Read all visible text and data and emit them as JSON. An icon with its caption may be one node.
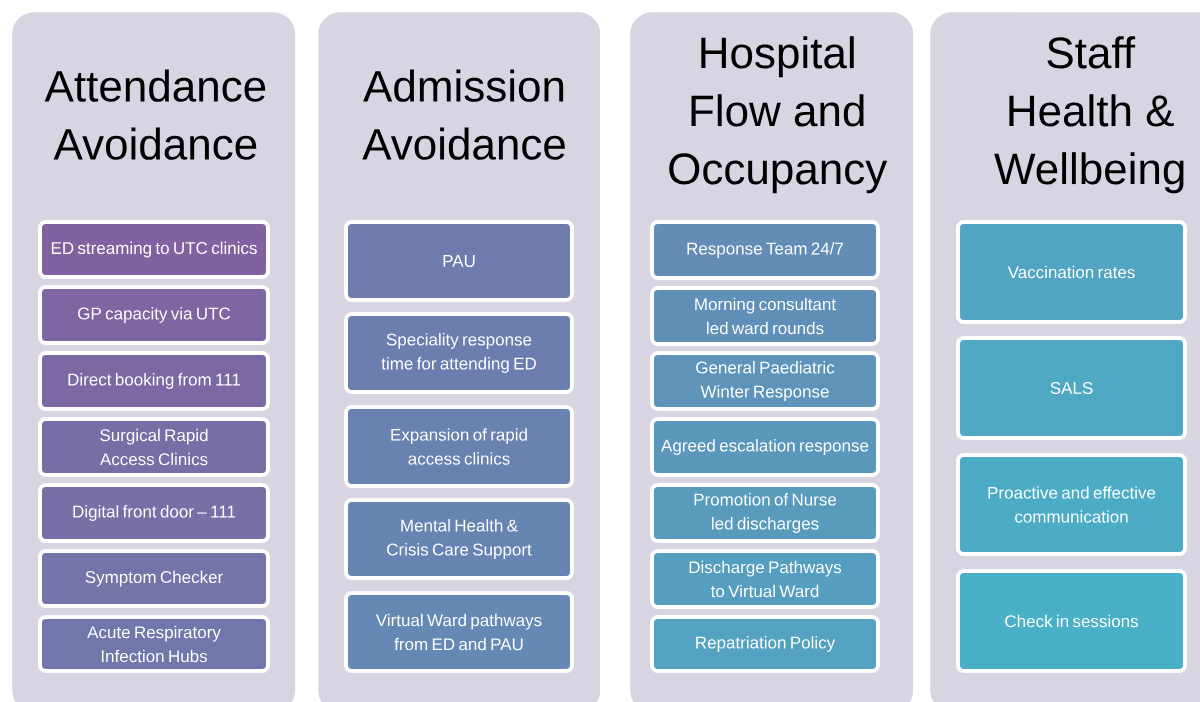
{
  "diagram": {
    "nodes": [
      {
        "text": [
          "Attendance Avoidance"
        ]
      },
      {
        "text": [
          "ED streaming to UTC clinics"
        ],
        "in": 0
      },
      {
        "text": [
          "GP capacity via UTC"
        ],
        "in": 0
      },
      {
        "text": [
          "Direct booking from 111"
        ],
        "in": 0
      },
      {
        "text": [
          "Surgical Rapid Access Clinics"
        ],
        "in": 0
      },
      {
        "text": [
          "Digital front door – 111"
        ],
        "in": 0
      },
      {
        "text": [
          "Symptom Checker"
        ],
        "in": 0
      },
      {
        "text": [
          "Acute Respiratory Infection Hubs"
        ],
        "in": 0
      },
      {
        "text": [
          "Admission Avoidance"
        ]
      },
      {
        "text": [
          "PAU"
        ],
        "in": 8
      },
      {
        "text": [
          "Speciality response time for attending ED"
        ],
        "in": 8
      },
      {
        "text": [
          "Expansion of rapid access clinics"
        ],
        "in": 8
      },
      {
        "text": [
          "Mental Health & Crisis Care Support"
        ],
        "in": 8
      },
      {
        "text": [
          "Virtual Ward pathways from ED and PAU"
        ],
        "in": 8
      },
      {
        "text": [
          "Hospital Flow and Occupancy"
        ]
      },
      {
        "text": [
          "Response Team 24/7"
        ],
        "in": 14
      },
      {
        "text": [
          "Morning consultant led ward rounds"
        ],
        "in": 14
      },
      {
        "text": [
          "General Paediatric Winter Response"
        ],
        "in": 14
      },
      {
        "text": [
          "Agreed escalation response"
        ],
        "in": 14
      },
      {
        "text": [
          "Promotion of Nurse led discharges"
        ],
        "in": 14
      },
      {
        "text": [
          "Discharge Pathways to Virtual Ward"
        ],
        "in": 14
      },
      {
        "text": [
          "Repatriation Policy"
        ],
        "in": 14
      },
      {
        "text": [
          "Staff Health & Wellbeing"
        ]
      },
      {
        "text": [
          "Vaccination rates"
        ],
        "in": 22
      },
      {
        "text": [
          "SALS"
        ],
        "in": 22
      },
      {
        "text": [
          "Proactive and effective communication"
        ],
        "in": 22
      },
      {
        "text": [
          "Check in sessions"
        ],
        "in": 22
      }
    ]
  }
}
